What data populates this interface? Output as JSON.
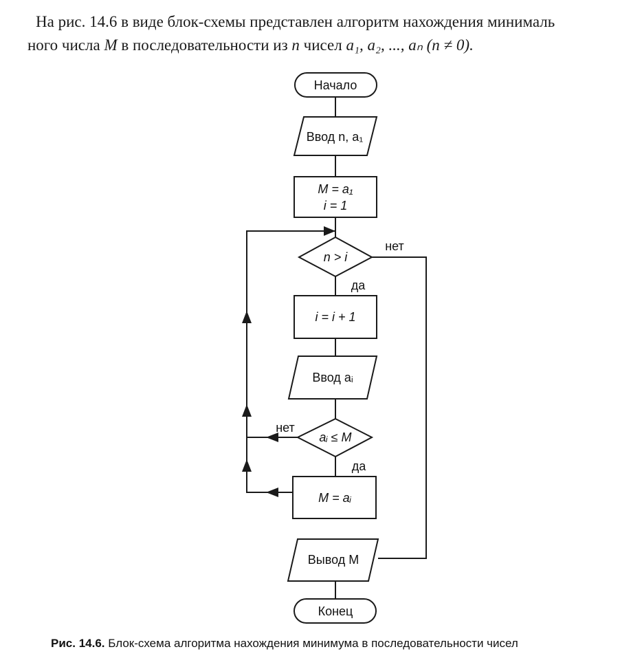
{
  "intro": {
    "line1": "На рис. 14.6 в виде блок-схемы представлен алгоритм нахождения минималь",
    "line2_part1": "ного числа ",
    "line2_M": "M",
    "line2_part2": " в последовательности из ",
    "line2_n": "n",
    "line2_part3": " чисел ",
    "line2_seq": "a₁, a₂, ..., aₙ (n ≠ 0)."
  },
  "flowchart": {
    "start": "Начало",
    "input1": "Ввод n, a₁",
    "init_line1": "M = a₁",
    "init_line2": "i = 1",
    "cond1": "n > i",
    "cond1_yes": "да",
    "cond1_no": "нет",
    "increment": "i = i + 1",
    "input2": "Ввод aᵢ",
    "cond2": "aᵢ ≤ M",
    "cond2_yes": "да",
    "cond2_no": "нет",
    "assign": "M = aᵢ",
    "output": "Вывод M",
    "end": "Конец"
  },
  "caption": {
    "label": "Рис. 14.6.",
    "text": " Блок-схема алгоритма нахождения минимума в последовательности чисел"
  },
  "colors": {
    "line": "#1a1a1a",
    "background": "#ffffff"
  }
}
